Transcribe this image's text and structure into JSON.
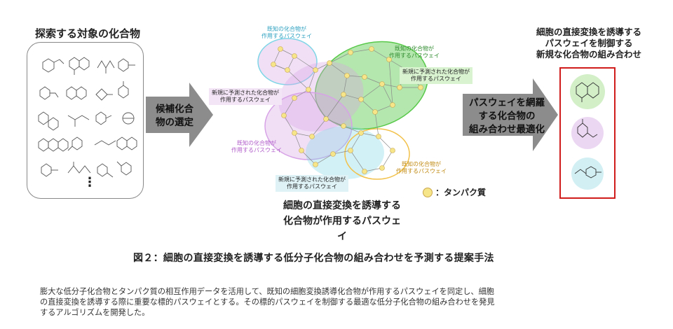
{
  "left": {
    "title": "探索する対象の化合物",
    "more": "⋮"
  },
  "arrow1": {
    "line1": "候補化合",
    "line2": "物の選定"
  },
  "network": {
    "labels": {
      "known_top": [
        "既知の化合物が",
        "作用するパスウェイ"
      ],
      "known_green": [
        "既知の化合物が",
        "作用するパスウェイ"
      ],
      "predicted_green": [
        "新規に予測された化合物が",
        "作用するパスウェイ"
      ],
      "predicted_left": [
        "新規に予測された化合物が",
        "作用するパスウェイ"
      ],
      "known_purple": [
        "既知の化合物が",
        "作用するパスウェイ"
      ],
      "known_orange": [
        "既知の化合物が",
        "作用するパスウェイ"
      ],
      "predicted_bottom": [
        "新規に予測された化合物が",
        "作用するパスウェイ"
      ]
    },
    "legend": "：タンパク質",
    "caption_line1": "細胞の直接変換を誘導する",
    "caption_line2": "化合物が作用するパスウェイ"
  },
  "arrow2": {
    "line1": "パスウェイを網羅",
    "line2": "する化合物の",
    "line3": "組み合わせ最適化"
  },
  "right": {
    "title_line1": "細胞の直接変換を誘導する",
    "title_line2": "パスウェイを制御する",
    "title_line3": "新規な化合物の組み合わせ"
  },
  "figure_caption": "図２：細胞の直接変換を誘導する低分子化合物の組み合わせを予測する提案手法",
  "description": {
    "line1": "膨大な低分子化合物とタンパク質の相互作用データを活用して、既知の細胞変換誘導化合物が作用するパスウェイを同定し、細胞",
    "line2": "の直接変換を誘導する際に重要な標的パスウェイとする。その標的パスウェイを制御する最適な低分子化合物の組み合わせを発見",
    "line3": "するアルゴリズムを開発した。"
  },
  "colors": {
    "cyan": "#7fd6e6",
    "green": "#58c94a",
    "purple": "#d7a3e6",
    "orange": "#f2c14a",
    "node": "#f7e58a",
    "arrow": "#8c8c8c",
    "red": "#d11c1c"
  }
}
